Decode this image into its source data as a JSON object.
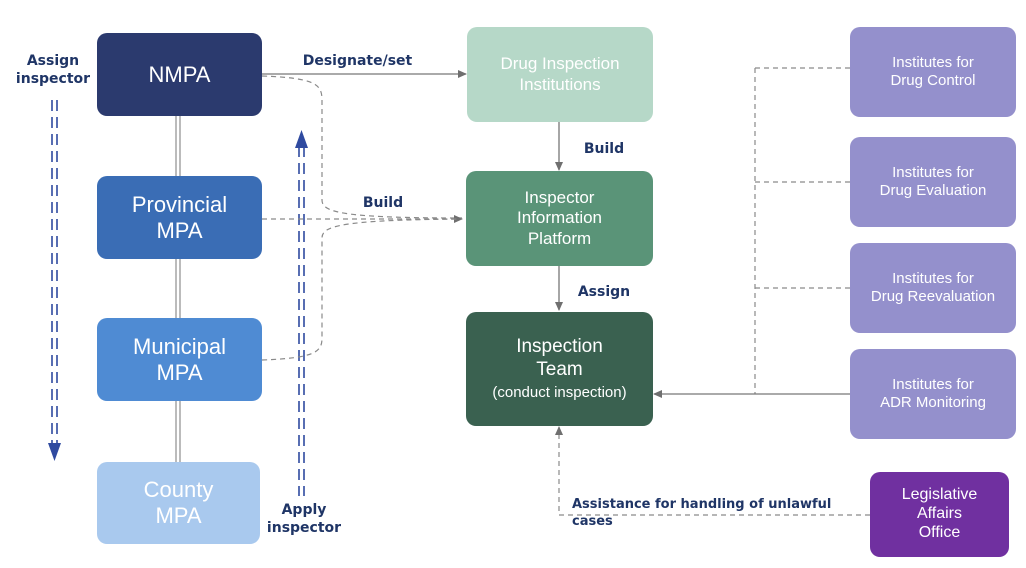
{
  "colors": {
    "nmpa": "#2b3a6e",
    "provincial": "#3a6db5",
    "municipal": "#4f8bd3",
    "county": "#a9c9ee",
    "drug_inspection": "#b6d8c8",
    "platform": "#5a9478",
    "team": "#3a6150",
    "institutes": "#9490cc",
    "legislative": "#7030a0",
    "label": "#1f3566",
    "dashed_arrow": "#2f4aa0",
    "connector": "#8a8a8a"
  },
  "nodes": {
    "nmpa": "NMPA",
    "provincial": "Provincial\nMPA",
    "municipal": "Municipal\nMPA",
    "county": "County\nMPA",
    "drug_inspection_institutions": "Drug Inspection\nInstitutions",
    "inspector_platform": "Inspector\nInformation\nPlatform",
    "inspection_team_title": "Inspection\nTeam",
    "inspection_team_sub": "(conduct inspection)",
    "institutes_drug_control": "Institutes for\nDrug Control",
    "institutes_drug_evaluation": "Institutes for\nDrug Evaluation",
    "institutes_drug_reevaluation": "Institutes for\nDrug Reevaluation",
    "institutes_adr_monitoring": "Institutes for\nADR Monitoring",
    "legislative_affairs_office": "Legislative\nAffairs\nOffice"
  },
  "labels": {
    "assign_inspector": "Assign\ninspector",
    "apply_inspector": "Apply\ninspector",
    "designate_set": "Designate/set",
    "build_left": "Build",
    "build_center": "Build",
    "assign": "Assign",
    "assistance": "Assistance for handling of unlawful cases"
  }
}
